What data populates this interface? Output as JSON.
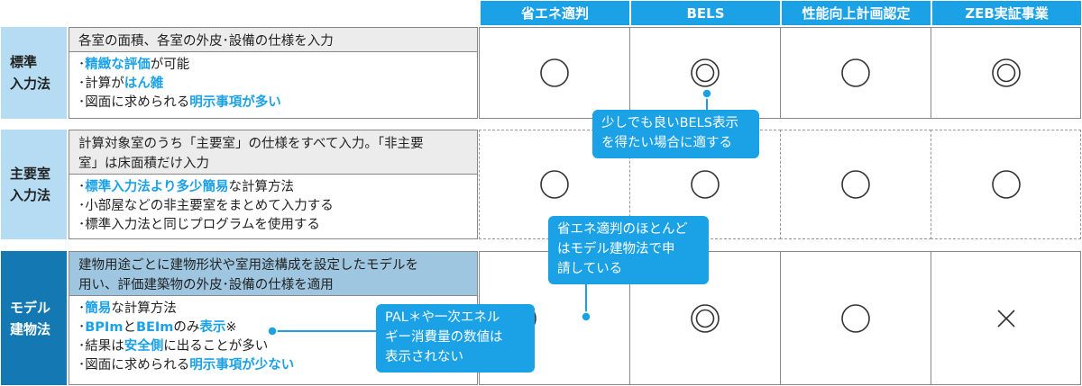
{
  "columns": [
    "省エネ適判",
    "BELS",
    "性能向上計画認定",
    "ZEB実証事業"
  ],
  "rows": [
    {
      "label_lines": [
        "標準",
        "入力法"
      ],
      "summary_lines": [
        "各室の面積、各室の外皮･設備の仕様を入力"
      ],
      "features": [
        [
          {
            "t": "･"
          },
          {
            "t": "精緻な評価",
            "hl": true
          },
          {
            "t": "が可能"
          }
        ],
        [
          {
            "t": "･計算が"
          },
          {
            "t": "はん雑",
            "hl": true
          }
        ],
        [
          {
            "t": "･図面に求められる"
          },
          {
            "t": "明示事項が多い",
            "hl": true
          }
        ]
      ],
      "marks": [
        "○",
        "◎",
        "○",
        "◎"
      ]
    },
    {
      "label_lines": [
        "主要室",
        "入力法"
      ],
      "summary_lines": [
        "計算対象室のうち「主要室」の仕様をすべて入力。「非主要",
        "室」は床面積だけ入力"
      ],
      "features": [
        [
          {
            "t": "･"
          },
          {
            "t": "標準入力法より多少簡易",
            "hl": true
          },
          {
            "t": "な計算方法"
          }
        ],
        [
          {
            "t": "･小部屋などの非主要室をまとめて入力する"
          }
        ],
        [
          {
            "t": "･標準入力法と同じプログラムを使用する"
          }
        ]
      ],
      "marks": [
        "○",
        "○",
        "○",
        "○"
      ]
    },
    {
      "label_lines": [
        "モデル",
        "建物法"
      ],
      "summary_lines": [
        "建物用途ごとに建物形状や室用途構成を設定したモデルを",
        "用い、評価建築物の外皮･設備の仕様を適用"
      ],
      "features": [
        [
          {
            "t": "･"
          },
          {
            "t": "簡易",
            "hl": true
          },
          {
            "t": "な計算方法"
          }
        ],
        [
          {
            "t": "･"
          },
          {
            "t": "BPIm",
            "hl": true
          },
          {
            "t": "と"
          },
          {
            "t": "BEIm",
            "hl": true
          },
          {
            "t": "のみ"
          },
          {
            "t": "表示",
            "hl": true
          },
          {
            "t": "※"
          }
        ],
        [
          {
            "t": "･結果は"
          },
          {
            "t": "安全側",
            "hl": true
          },
          {
            "t": "に出ることが多い"
          }
        ],
        [
          {
            "t": "･図面に求められる"
          },
          {
            "t": "明示事項が少ない",
            "hl": true
          }
        ]
      ],
      "marks": [
        "◎",
        "◎",
        "○",
        "×"
      ]
    }
  ],
  "callouts": {
    "bels": [
      "少しでも良いBELS表示",
      "を得たい場合に適する"
    ],
    "tekihan": [
      "省エネ適判のほとんど",
      "はモデル建物法で申",
      "請している"
    ],
    "pal": [
      "PAL＊や一次エネル",
      "ギー消費量の数値は",
      "表示されない"
    ]
  },
  "colors": {
    "accent": "#1ba1e6",
    "label_light": "#b5dcf3",
    "label_dark": "#1479b3",
    "summary_dark": "#9ec6e0"
  }
}
